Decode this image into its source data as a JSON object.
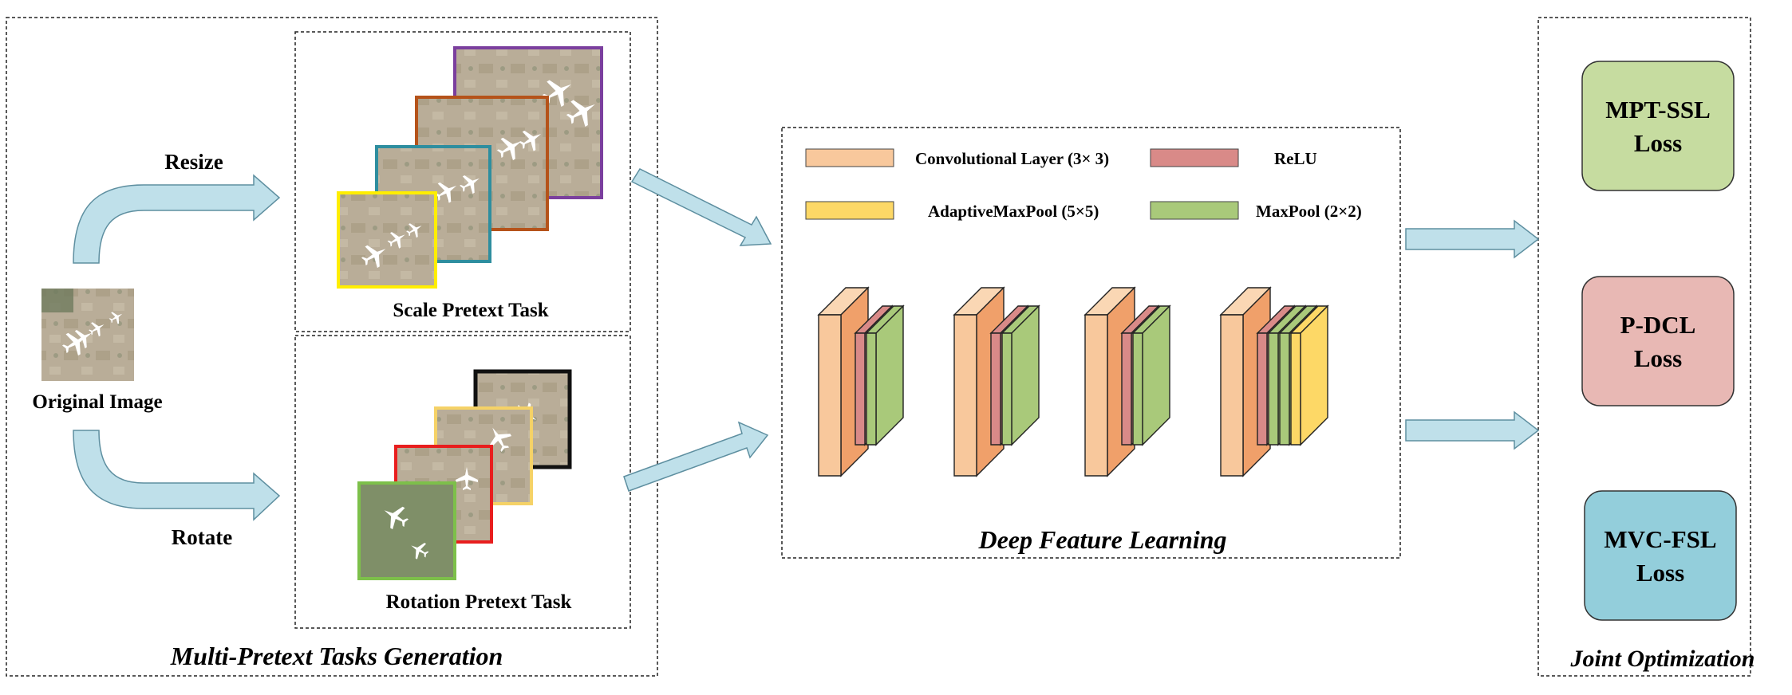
{
  "sections": {
    "multi_pretext": "Multi-Pretext Tasks Generation",
    "deep_feature": "Deep Feature Learning",
    "joint_opt": "Joint Optimization"
  },
  "original_image_label": "Original  Image",
  "branches": {
    "resize": "Resize",
    "rotate": "Rotate"
  },
  "tasks": {
    "scale": "Scale Pretext Task",
    "rotation": "Rotation Pretext Task"
  },
  "legend": [
    {
      "label": "Convolutional Layer (3× 3)",
      "color": "#f8c89c"
    },
    {
      "label": "ReLU",
      "color": "#d98a88"
    },
    {
      "label": "AdaptiveMaxPool (5×5)",
      "color": "#fdd866"
    },
    {
      "label": "MaxPool (2×2)",
      "color": "#a9c97a"
    }
  ],
  "losses": [
    {
      "line1": "MPT-SSL",
      "line2": "Loss",
      "color": "#c6dca0"
    },
    {
      "line1": "P-DCL",
      "line2": "Loss",
      "color": "#e8b8b4"
    },
    {
      "line1": "MVC-FSL",
      "line2": "Loss",
      "color": "#93cedb"
    }
  ],
  "colors": {
    "arrow": "#bfe0ea",
    "conv_front": "#f8c89c",
    "conv_side": "#f0a06a",
    "relu": "#d98a88",
    "maxpool": "#a9c97a",
    "adaptive": "#fdd866",
    "aerial": "#b8ab95"
  },
  "frame_colors": {
    "scale": [
      "#ffee00",
      "#2e8e9f",
      "#b5531a",
      "#7b3f9e"
    ],
    "rotation": [
      "#7dc04a",
      "#e81e1e",
      "#f5d267",
      "#111111"
    ]
  }
}
